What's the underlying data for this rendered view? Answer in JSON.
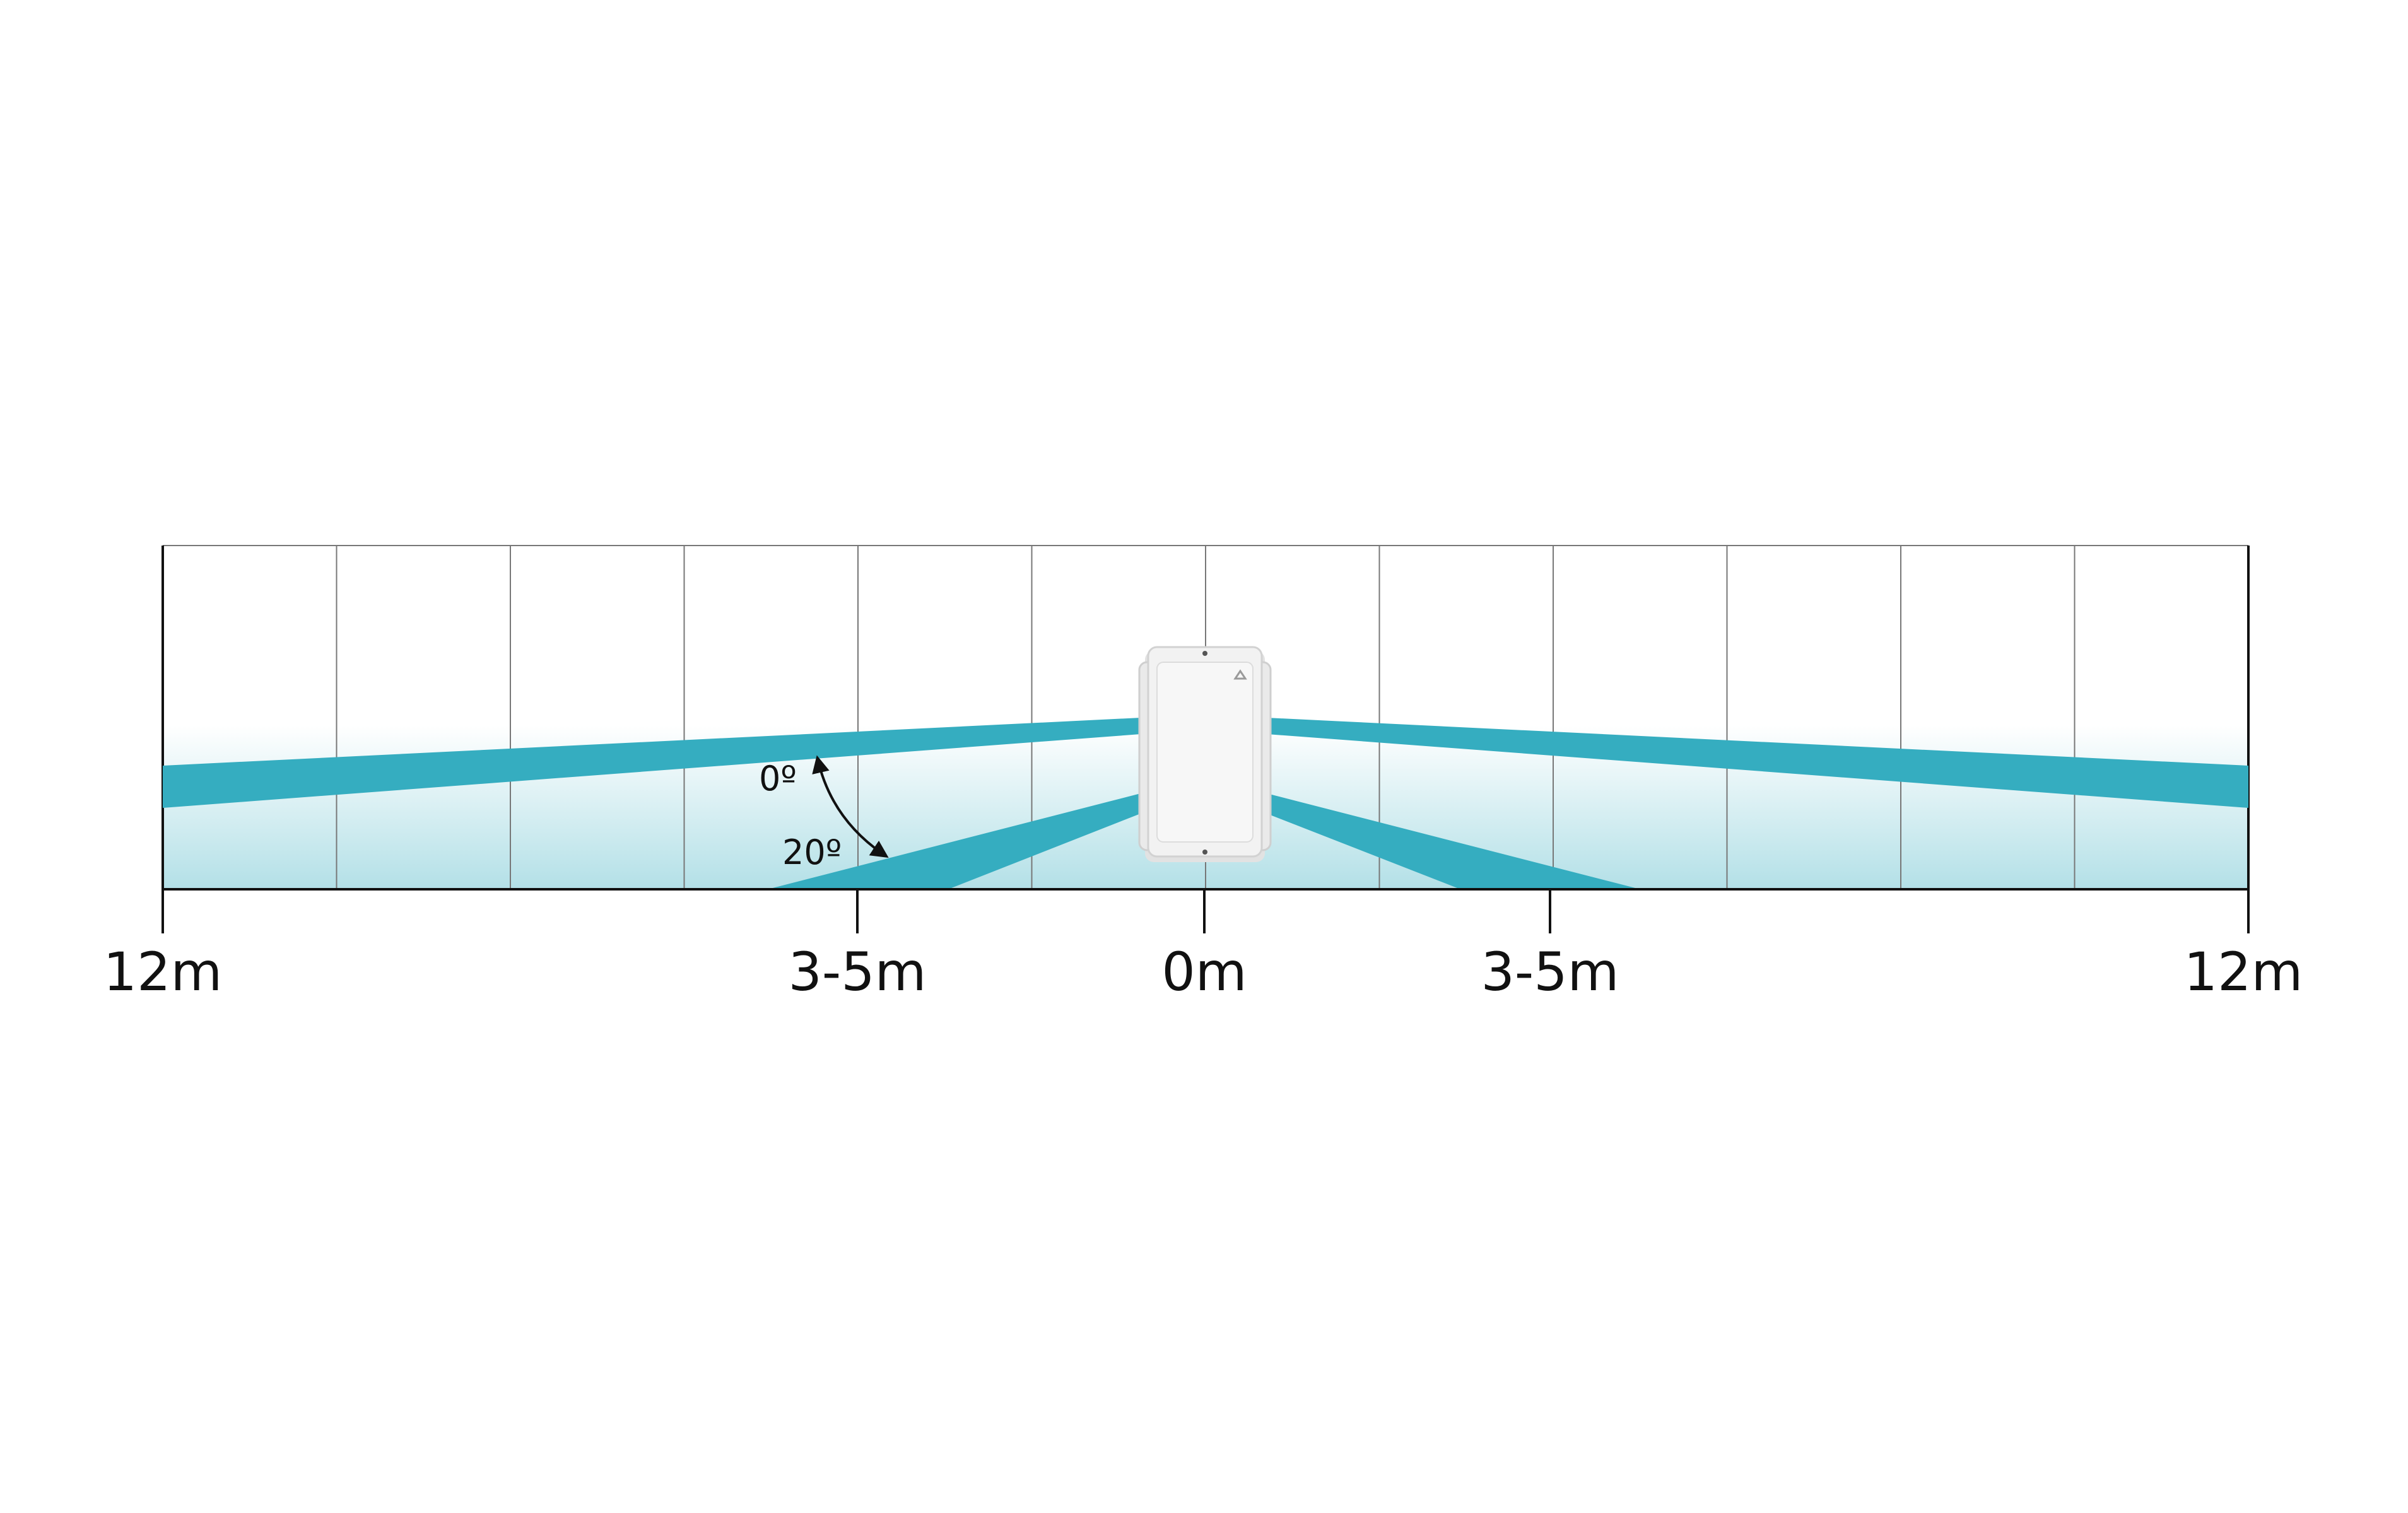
{
  "diagram": {
    "distance_labels": [
      {
        "text": "12m"
      },
      {
        "text": "3-5m"
      },
      {
        "text": "0m"
      },
      {
        "text": "3-5m"
      },
      {
        "text": "12m"
      }
    ],
    "angle_labels": {
      "upper": "0º",
      "lower": "20º"
    },
    "colors": {
      "beam": "#35adc0",
      "gradient_top": "#ffffff",
      "gradient_bottom": "#b3e0e7",
      "grid_line": "#777777",
      "axis_line": "#111111",
      "device_body": "#efefef",
      "device_outline": "#cfcfcf"
    },
    "device_icon": "motion-detector-device",
    "arrow_icon": "curved-double-arrow-icon"
  }
}
